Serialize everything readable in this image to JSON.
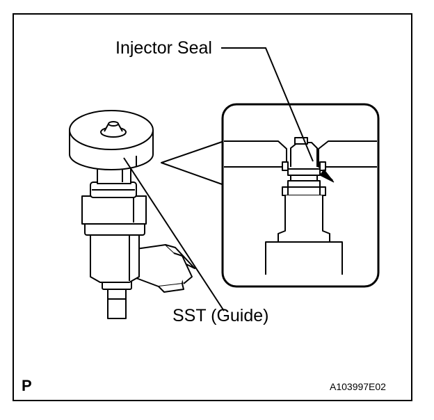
{
  "callouts": {
    "injector_seal": "Injector Seal",
    "sst_guide": "SST (Guide)"
  },
  "footer": {
    "corner_mark": "P",
    "figure_code": "A103997E02"
  },
  "colors": {
    "line": "#000000",
    "background": "#ffffff"
  }
}
